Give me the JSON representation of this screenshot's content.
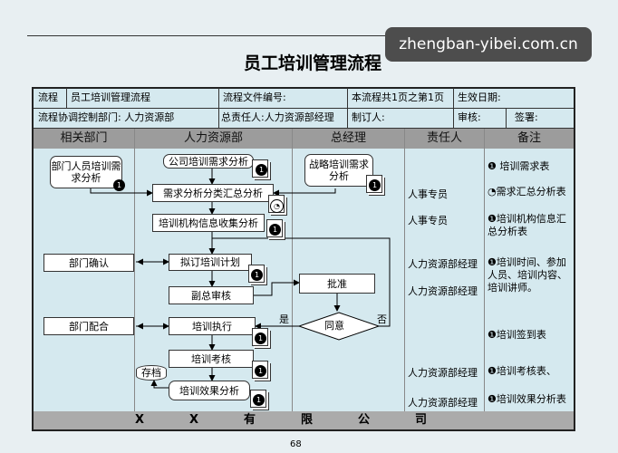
{
  "watermark": "zhengban-yibei.com.cn",
  "title": "员工培训管理流程",
  "header": {
    "flow_label": "流程",
    "flow_name": "员工培训管理流程",
    "file_no_label": "流程文件编号:",
    "page_info": "本流程共1页之第1页",
    "effective_date_label": "生效日期:",
    "control_dept": "流程协调控制部门: 人力资源部",
    "owner": "总责任人:人力资源部经理",
    "prepared_by_label": "制订人:",
    "review_label": "审核:",
    "sign_label": "签署:"
  },
  "columns": [
    "相关部门",
    "人力资源部",
    "总经理",
    "责任人",
    "备注"
  ],
  "nodes": {
    "dept_needs": "部门人员培训需求分析",
    "company_needs": "公司培训需求分析",
    "strategy_needs": "战略培训需求分析",
    "classify": "需求分析分类汇总分析",
    "institution": "培训机构信息收集分析",
    "dept_confirm": "部门确认",
    "plan": "拟订培训计划",
    "vp_review": "副总审核",
    "approve": "批准",
    "agree": "同意",
    "dept_cooperate": "部门配合",
    "execute": "培训执行",
    "assess": "培训考核",
    "archive": "存档",
    "effect": "培训效果分析",
    "yes": "是",
    "no": "否"
  },
  "responsible": [
    "人事专员",
    "人事专员",
    "人力资源部经理",
    "人力资源部经理",
    "人力资源部经理",
    "人力资源部经理"
  ],
  "notes": [
    "培训需求表",
    "需求汇总分析表",
    "培训机构信息汇总分析表",
    "培训时间、参加人员、培训内容、培训讲师。",
    "培训签到表",
    "培训考核表、",
    "培训效果分析表"
  ],
  "footer": "XX有限公司",
  "page_number": "68"
}
